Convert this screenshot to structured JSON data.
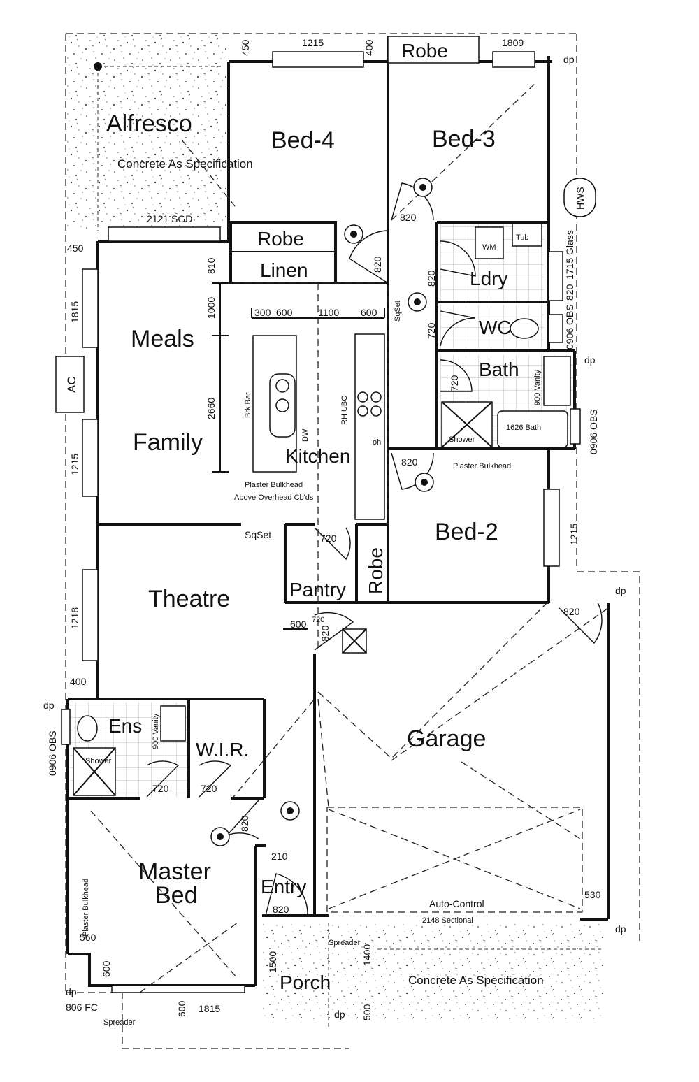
{
  "rooms": {
    "alfresco": "Alfresco",
    "alfresco_note": "Concrete As Specification",
    "bed4": "Bed-4",
    "bed3": "Bed-3",
    "robe_top": "Robe",
    "robe_bed4": "Robe",
    "linen": "Linen",
    "ldry": "Ldry",
    "wc": "WC",
    "bath": "Bath",
    "meals": "Meals",
    "family": "Family",
    "kitchen": "Kitchen",
    "bed2": "Bed-2",
    "theatre": "Theatre",
    "pantry": "Pantry",
    "robe_bed2": "Robe",
    "garage": "Garage",
    "ens": "Ens",
    "wir": "W.I.R.",
    "master_bed_line1": "Master",
    "master_bed_line2": "Bed",
    "entry": "Entry",
    "porch": "Porch",
    "porch_concrete": "Concrete As Specification"
  },
  "labels": {
    "ac": "AC",
    "hws": "HWS",
    "sgd": "2121 SGD",
    "brk_bar": "Brk Bar",
    "dw": "DW",
    "rh_ubo": "RH UBO",
    "oh": "oh",
    "sqset_top": "SqSet",
    "sqset_mid": "SqSet",
    "bulkhead_kitchen_1": "Plaster Bulkhead",
    "bulkhead_kitchen_2": "Above Overhead Cb'ds",
    "bulkhead_bath": "Plaster Bulkhead",
    "bulkhead_master": "Plaster Bulkhead",
    "shower": "Shower",
    "shower_ens": "Shower",
    "bath_tub": "1626 Bath",
    "tub": "Tub",
    "wm": "WM",
    "vanity": "900 Vanity",
    "vanity_ens": "900 Vanity",
    "auto_control": "Auto-Control",
    "sectional": "2148 Sectional",
    "spreader_1": "Spreader",
    "spreader_2": "Spreader",
    "dp": "dp",
    "fc": "806 FC"
  },
  "dimensions": {
    "d_1215_top": "1215",
    "d_1809_top": "1809",
    "d_450_top": "450",
    "d_400_top": "400",
    "d_450_left": "450",
    "d_1815_left": "1815",
    "d_1215_left": "1215",
    "d_1218_left": "1218",
    "d_400_left": "400",
    "d_0906_obs_left": "0906 OBS",
    "d_810": "810",
    "d_1000": "1000",
    "d_2660": "2660",
    "d_300": "300",
    "d_600a": "600",
    "d_1100": "1100",
    "d_600b": "600",
    "d_820_bed3": "820",
    "d_820_bed4": "820",
    "d_820_ldry": "820",
    "d_720_wc": "720",
    "d_720_bath": "720",
    "d_820_bed2": "820",
    "d_720_pantry": "720",
    "d_600_pantry": "600",
    "d_720_pantry2": "720",
    "d_820_theatre": "820",
    "d_820_garage": "820",
    "d_720_ens": "720",
    "d_720_wir": "720",
    "d_820_master": "820",
    "d_820_entry": "820",
    "d_210": "210",
    "d_560": "560",
    "d_600_bl": "600",
    "d_600_bl2": "600",
    "d_1815_bottom": "1815",
    "d_1400": "1400",
    "d_500": "500",
    "d_1500": "1500",
    "d_530": "530",
    "d_1715_glass": "1715 Glass",
    "d_820_r": "820",
    "d_0906_obs_r1": "0906 OBS",
    "d_0906_obs_r2": "0906 OBS",
    "d_1215_right": "1215"
  }
}
